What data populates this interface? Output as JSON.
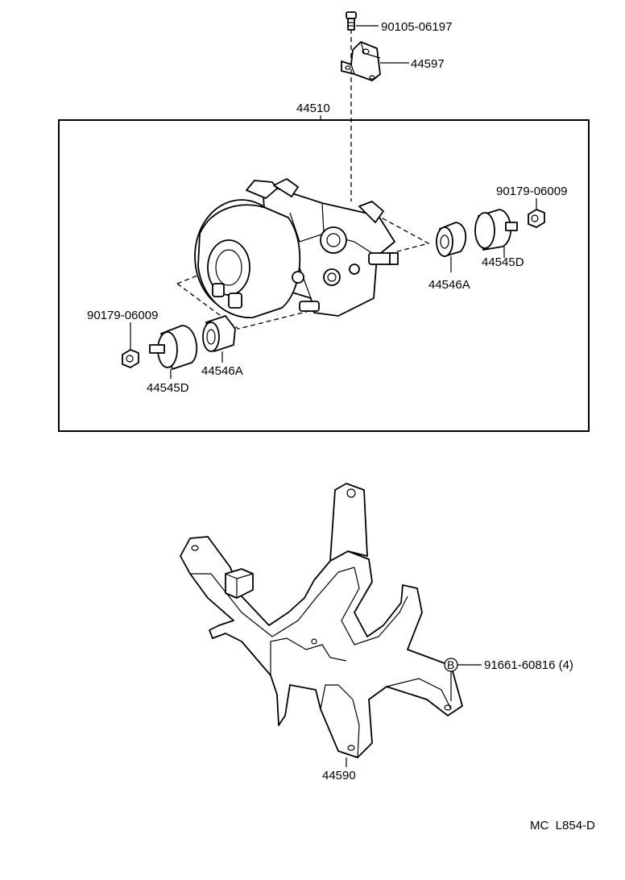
{
  "labels": {
    "bolt_top": "90105-06197",
    "bracket_top": "44597",
    "actuator_assy": "44510",
    "nut_right": "90179-06009",
    "cushion_right": "44545D",
    "collar_right": "44546A",
    "nut_left": "90179-06009",
    "collar_left": "44546A",
    "cushion_left": "44545D",
    "bolt_bottom_marker": "B",
    "bolt_bottom": "91661-60816 (4)",
    "bracket_bottom": "44590",
    "drawing_ref": "MC  L854-D"
  }
}
